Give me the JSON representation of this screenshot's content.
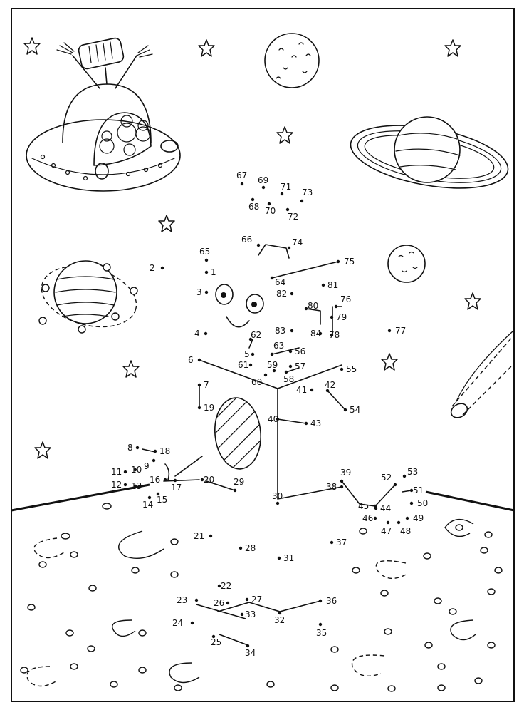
{
  "worksheet": {
    "dots": [
      {
        "n": "1"
      },
      {
        "n": "2"
      },
      {
        "n": "3"
      },
      {
        "n": "4"
      },
      {
        "n": "5"
      },
      {
        "n": "6"
      },
      {
        "n": "7"
      },
      {
        "n": "8"
      },
      {
        "n": "9"
      },
      {
        "n": "10"
      },
      {
        "n": "11"
      },
      {
        "n": "12"
      },
      {
        "n": "13"
      },
      {
        "n": "14"
      },
      {
        "n": "15"
      },
      {
        "n": "16"
      },
      {
        "n": "17"
      },
      {
        "n": "18"
      },
      {
        "n": "19"
      },
      {
        "n": "20"
      },
      {
        "n": "21"
      },
      {
        "n": "22"
      },
      {
        "n": "23"
      },
      {
        "n": "24"
      },
      {
        "n": "25"
      },
      {
        "n": "26"
      },
      {
        "n": "27"
      },
      {
        "n": "28"
      },
      {
        "n": "29"
      },
      {
        "n": "30"
      },
      {
        "n": "31"
      },
      {
        "n": "32"
      },
      {
        "n": "33"
      },
      {
        "n": "34"
      },
      {
        "n": "35"
      },
      {
        "n": "36"
      },
      {
        "n": "37"
      },
      {
        "n": "38"
      },
      {
        "n": "39"
      },
      {
        "n": "40"
      },
      {
        "n": "41"
      },
      {
        "n": "42"
      },
      {
        "n": "43"
      },
      {
        "n": "44"
      },
      {
        "n": "45"
      },
      {
        "n": "46"
      },
      {
        "n": "47"
      },
      {
        "n": "48"
      },
      {
        "n": "49"
      },
      {
        "n": "50"
      },
      {
        "n": "51"
      },
      {
        "n": "52"
      },
      {
        "n": "53"
      },
      {
        "n": "54"
      },
      {
        "n": "55"
      },
      {
        "n": "56"
      },
      {
        "n": "57"
      },
      {
        "n": "58"
      },
      {
        "n": "59"
      },
      {
        "n": "60"
      },
      {
        "n": "61"
      },
      {
        "n": "62"
      },
      {
        "n": "63"
      },
      {
        "n": "64"
      },
      {
        "n": "65"
      },
      {
        "n": "66"
      },
      {
        "n": "67"
      },
      {
        "n": "68"
      },
      {
        "n": "69"
      },
      {
        "n": "70"
      },
      {
        "n": "71"
      },
      {
        "n": "72"
      },
      {
        "n": "73"
      },
      {
        "n": "74"
      },
      {
        "n": "75"
      },
      {
        "n": "76"
      },
      {
        "n": "77"
      },
      {
        "n": "78"
      },
      {
        "n": "79"
      },
      {
        "n": "80"
      },
      {
        "n": "81"
      },
      {
        "n": "82"
      },
      {
        "n": "83"
      },
      {
        "n": "84"
      }
    ]
  }
}
